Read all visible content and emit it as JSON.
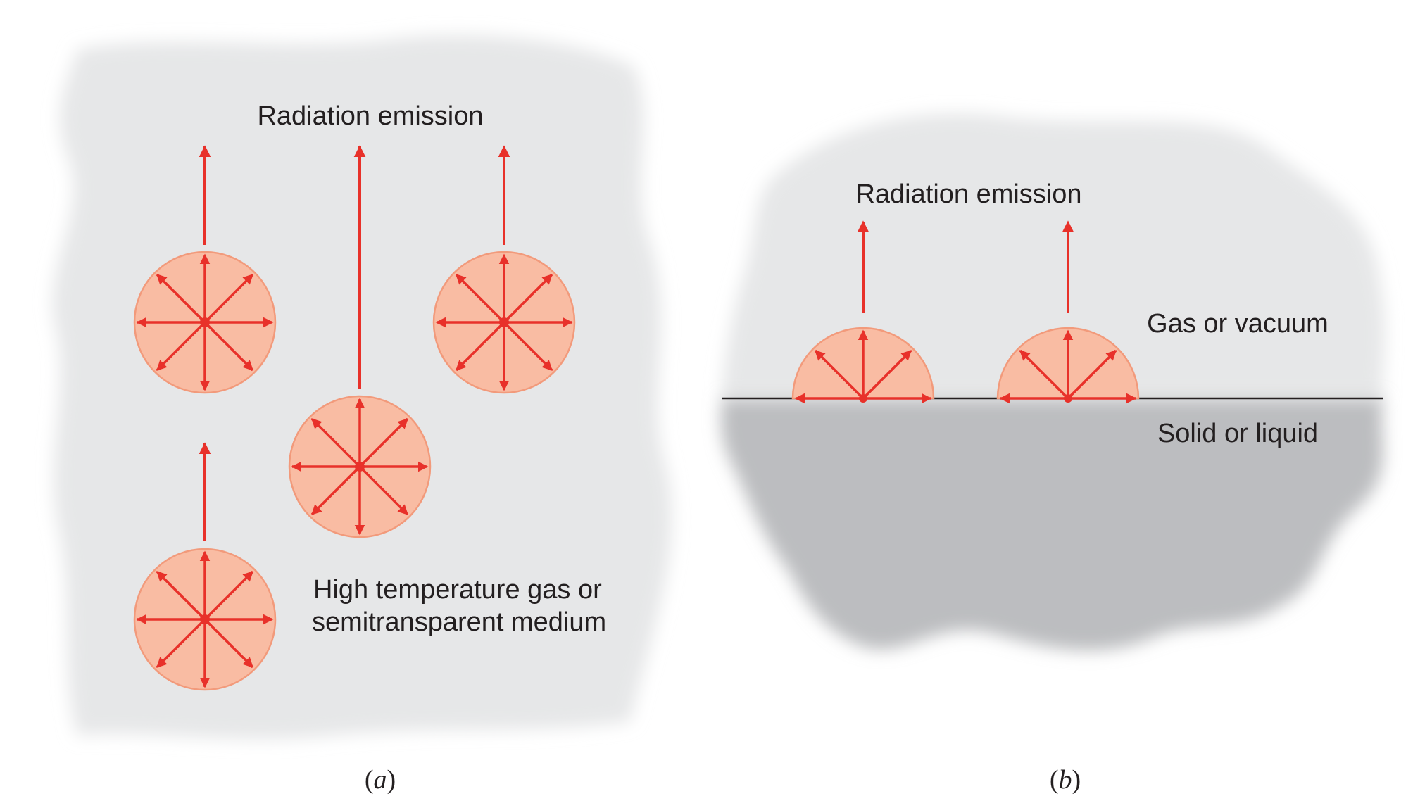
{
  "panel_a": {
    "emission_label": "Radiation emission",
    "medium_label_line1": "High temperature gas or",
    "medium_label_line2": "semitransparent medium",
    "caption_open": "(",
    "caption_letter": "a",
    "caption_close": ")"
  },
  "panel_b": {
    "emission_label": "Radiation emission",
    "gas_label": "Gas or vacuum",
    "solid_label": "Solid or liquid",
    "caption_open": "(",
    "caption_letter": "b",
    "caption_close": ")"
  },
  "colors": {
    "arrow": "#e8312a",
    "emitter_fill": "#f9bca3",
    "emitter_stroke": "#f29a7b",
    "medium": "#e6e7e8",
    "solid": "#bcbdc0",
    "surface_line": "#231f20"
  }
}
